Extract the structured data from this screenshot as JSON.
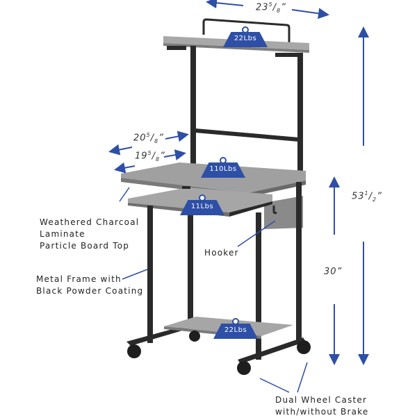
{
  "product": {
    "type": "computer cart desk",
    "colors": {
      "accent": "#2e4fa6",
      "frame": "#2a2a2a",
      "board": "#9a9a9a",
      "text": "#222222"
    }
  },
  "dimensions": {
    "width_top": {
      "whole": "23",
      "frac_num": "5",
      "frac_den": "8",
      "unit": "”"
    },
    "depth_desk": {
      "whole": "20",
      "frac_num": "5",
      "frac_den": "8",
      "unit": "”"
    },
    "depth_keyboard": {
      "whole": "19",
      "frac_num": "5",
      "frac_den": "8",
      "unit": "”"
    },
    "total_height": {
      "whole": "53",
      "frac_num": "1",
      "frac_den": "2",
      "unit": "”"
    },
    "desk_height": {
      "whole": "30",
      "unit": "”"
    }
  },
  "weights": {
    "top_shelf": "22Lbs",
    "desk": "110Lbs",
    "keyboard_tray": "11Lbs",
    "bottom_shelf": "22Lbs"
  },
  "labels": {
    "board": [
      "Weathered Charcoal",
      "Laminate",
      "Particle Board Top"
    ],
    "frame": [
      "Metal Frame with",
      "Black Powder Coating"
    ],
    "hooker": "Hooker",
    "caster": [
      "Dual Wheel Caster",
      "with/without Brake"
    ]
  }
}
